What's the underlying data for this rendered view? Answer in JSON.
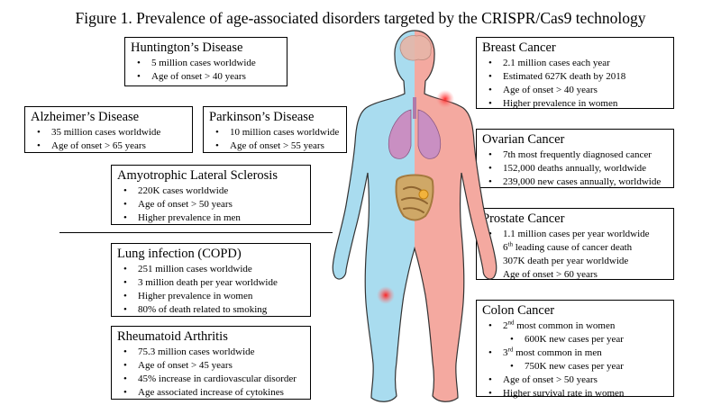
{
  "title": "Figure 1. Prevalence of age-associated disorders targeted by the CRISPR/Cas9 technology",
  "colors": {
    "left_body": "#a9dcef",
    "right_body": "#f4a9a0",
    "lung": "#c98fc2",
    "intestine": "#c19a5f",
    "hotspot": "#ef3b3b"
  },
  "boxes": {
    "huntington": {
      "title": "Huntington’s Disease",
      "items": [
        "5 million cases worldwide",
        "Age of onset > 40 years"
      ]
    },
    "alzheimer": {
      "title": "Alzheimer’s Disease",
      "items": [
        "35 million cases worldwide",
        "Age of onset > 65 years"
      ]
    },
    "parkinson": {
      "title": "Parkinson’s Disease",
      "items": [
        "10 million cases worldwide",
        "Age of onset > 55 years"
      ]
    },
    "als": {
      "title": "Amyotrophic Lateral Sclerosis",
      "items": [
        "220K cases worldwide",
        "Age of onset > 50 years",
        "Higher prevalence in men"
      ]
    },
    "copd": {
      "title": "Lung infection (COPD)",
      "items": [
        "251 million cases worldwide",
        "3 million death per year worldwide",
        "Higher prevalence in women",
        "80% of death related to smoking"
      ]
    },
    "ra": {
      "title": "Rheumatoid Arthritis",
      "items": [
        "75.3 million cases worldwide",
        "Age of onset > 45 years",
        "45% increase in cardiovascular disorder",
        "Age associated increase of cytokines"
      ]
    },
    "breast": {
      "title": "Breast Cancer",
      "items": [
        "2.1 million cases each year",
        "Estimated 627K death by 2018",
        "Age of onset > 40 years",
        "Higher prevalence in women"
      ]
    },
    "ovarian": {
      "title": "Ovarian Cancer",
      "items": [
        "7th most frequently diagnosed cancer",
        "152,000 deaths annually, worldwide",
        "239,000 new cases annually, worldwide"
      ]
    },
    "prostate": {
      "title": "Prostate Cancer",
      "items": [
        "1.1 million cases per year worldwide",
        "6",
        "th",
        " leading cause of cancer death",
        "307K death per year worldwide",
        "Age of onset > 60 years"
      ]
    },
    "colon": {
      "title": "Colon Cancer",
      "line1": [
        "2",
        "nd",
        " most common in women"
      ],
      "line2": "600K new cases per year",
      "line3": [
        "3",
        "rd",
        " most common in men"
      ],
      "line4": "750K new cases per year",
      "line5": "Age of onset > 50 years",
      "line6": "Higher survival rate in women"
    }
  }
}
